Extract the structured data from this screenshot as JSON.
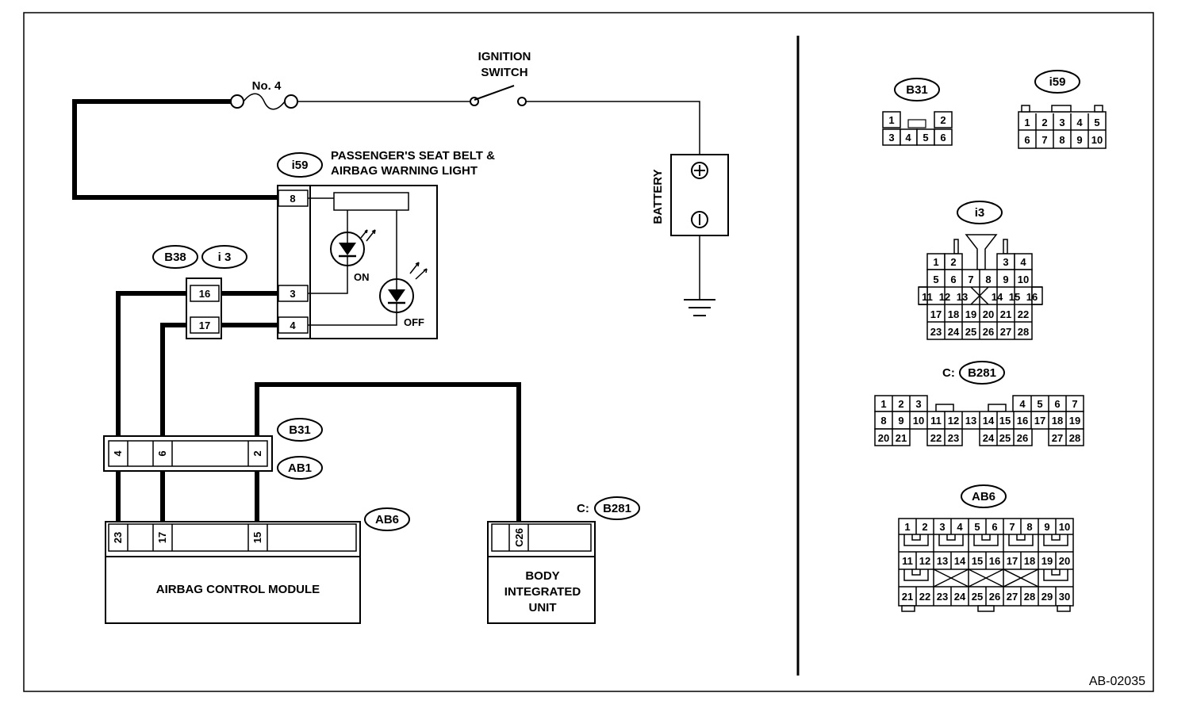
{
  "diagram_id": "AB-02035",
  "fuse_label": "No. 4",
  "ignition_switch": [
    "IGNITION",
    "SWITCH"
  ],
  "battery_label": "BATTERY",
  "warning_light": {
    "connector": "i59",
    "title": [
      "PASSENGER'S SEAT BELT &",
      "AIRBAG WARNING LIGHT"
    ],
    "pins": [
      "8",
      "3",
      "4"
    ],
    "led_on": "ON",
    "led_off": "OFF"
  },
  "joint_connector": {
    "labels": [
      "B38",
      "i 3"
    ],
    "pins": [
      "16",
      "17"
    ]
  },
  "mid_connector": {
    "labels": [
      "B31",
      "AB1"
    ],
    "pins": [
      "4",
      "6",
      "2"
    ]
  },
  "airbag_module": {
    "label": "AIRBAG CONTROL MODULE",
    "connector": "AB6",
    "pins": [
      "23",
      "17",
      "15"
    ]
  },
  "body_unit": {
    "label": [
      "BODY",
      "INTEGRATED",
      "UNIT"
    ],
    "connector_prefix": "C:",
    "connector": "B281",
    "pins": [
      "C26"
    ]
  },
  "connector_views": {
    "b31": {
      "label": "B31",
      "row1": [
        "1",
        "2"
      ],
      "row2": [
        "3",
        "4",
        "5",
        "6"
      ]
    },
    "i59": {
      "label": "i59",
      "row1": [
        "1",
        "2",
        "3",
        "4",
        "5"
      ],
      "row2": [
        "6",
        "7",
        "8",
        "9",
        "10"
      ]
    },
    "i3": {
      "label": "i3",
      "row1": [
        "1",
        "2",
        "3",
        "4"
      ],
      "row2": [
        "5",
        "6",
        "7",
        "8",
        "9",
        "10"
      ],
      "row3": [
        "11",
        "12",
        "13",
        "14",
        "15",
        "16"
      ],
      "row4": [
        "17",
        "18",
        "19",
        "20",
        "21",
        "22"
      ],
      "row5": [
        "23",
        "24",
        "25",
        "26",
        "27",
        "28"
      ]
    },
    "b281": {
      "prefix": "C:",
      "label": "B281",
      "row1": [
        "1",
        "2",
        "3",
        "4",
        "5",
        "6",
        "7"
      ],
      "row2": [
        "8",
        "9",
        "10",
        "11",
        "12",
        "13",
        "14",
        "15",
        "16",
        "17",
        "18",
        "19"
      ],
      "row3": [
        "20",
        "21",
        "22",
        "23",
        "24",
        "25",
        "26",
        "27",
        "28"
      ]
    },
    "ab6": {
      "label": "AB6",
      "row1": [
        "1",
        "2",
        "3",
        "4",
        "5",
        "6",
        "7",
        "8",
        "9",
        "10"
      ],
      "row2": [
        "11",
        "12",
        "13",
        "14",
        "15",
        "16",
        "17",
        "18",
        "19",
        "20"
      ],
      "row3": [
        "21",
        "22",
        "23",
        "24",
        "25",
        "26",
        "27",
        "28",
        "29",
        "30"
      ]
    }
  }
}
